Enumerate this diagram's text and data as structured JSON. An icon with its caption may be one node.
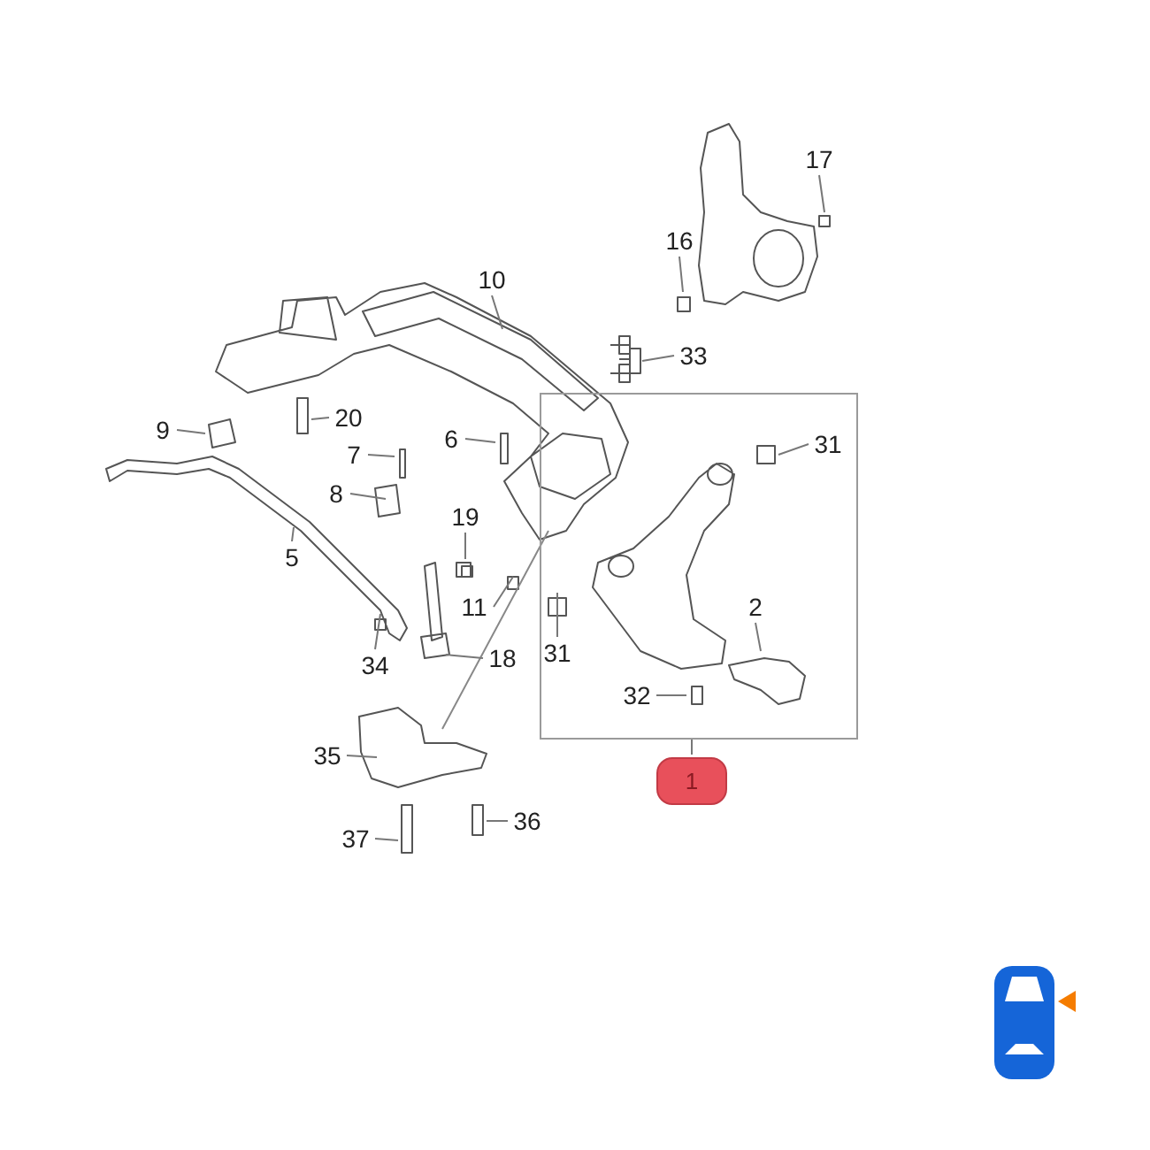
{
  "diagram": {
    "nodes": [
      {
        "text": [
          "17"
        ]
      },
      {
        "text": [
          "16"
        ]
      },
      {
        "text": [
          "10"
        ]
      },
      {
        "text": [
          "33"
        ]
      },
      {
        "text": [],
        "shape": "box"
      },
      {
        "text": [
          "31"
        ],
        "in": 4
      },
      {
        "text": [
          "9"
        ]
      },
      {
        "text": [
          "20"
        ]
      },
      {
        "text": [
          "6"
        ]
      },
      {
        "text": [
          "7"
        ]
      },
      {
        "text": [
          "8"
        ]
      },
      {
        "text": [
          "19"
        ]
      },
      {
        "text": [
          "5"
        ]
      },
      {
        "text": [
          "2"
        ],
        "in": 4
      },
      {
        "text": [
          "11"
        ]
      },
      {
        "text": [
          "31"
        ],
        "in": 4
      },
      {
        "text": [
          "18"
        ]
      },
      {
        "text": [
          "34"
        ]
      },
      {
        "text": [
          "32"
        ],
        "in": 4
      },
      {
        "text": [
          "35"
        ]
      },
      {
        "text": [
          "36"
        ]
      },
      {
        "text": [
          "37"
        ]
      },
      {
        "text": [
          "1"
        ]
      }
    ],
    "edges": [
      {
        "from": 0,
        "to": null,
        "arrow": "none"
      },
      {
        "from": 1,
        "to": null,
        "arrow": "none"
      },
      {
        "from": 2,
        "to": null,
        "arrow": "none"
      },
      {
        "from": 3,
        "to": null,
        "arrow": "none"
      },
      {
        "from": 5,
        "to": null,
        "arrow": "none"
      },
      {
        "from": 6,
        "to": null,
        "arrow": "none"
      },
      {
        "from": 7,
        "to": null,
        "arrow": "none"
      },
      {
        "from": 8,
        "to": null,
        "arrow": "none"
      },
      {
        "from": 9,
        "to": null,
        "arrow": "none"
      },
      {
        "from": 10,
        "to": null,
        "arrow": "none"
      },
      {
        "from": 11,
        "to": null,
        "arrow": "none"
      },
      {
        "from": 12,
        "to": null,
        "arrow": "none"
      },
      {
        "from": 13,
        "to": null,
        "arrow": "none"
      },
      {
        "from": 14,
        "to": null,
        "arrow": "none"
      },
      {
        "from": 15,
        "to": null,
        "arrow": "none"
      },
      {
        "from": 16,
        "to": null,
        "arrow": "none"
      },
      {
        "from": 17,
        "to": null,
        "arrow": "none"
      },
      {
        "from": 18,
        "to": null,
        "arrow": "none"
      },
      {
        "from": 19,
        "to": null,
        "arrow": "none"
      },
      {
        "from": 20,
        "to": null,
        "arrow": "none"
      },
      {
        "from": 21,
        "to": null,
        "arrow": "none"
      },
      {
        "from": 22,
        "to": 4,
        "arrow": "none"
      }
    ]
  }
}
